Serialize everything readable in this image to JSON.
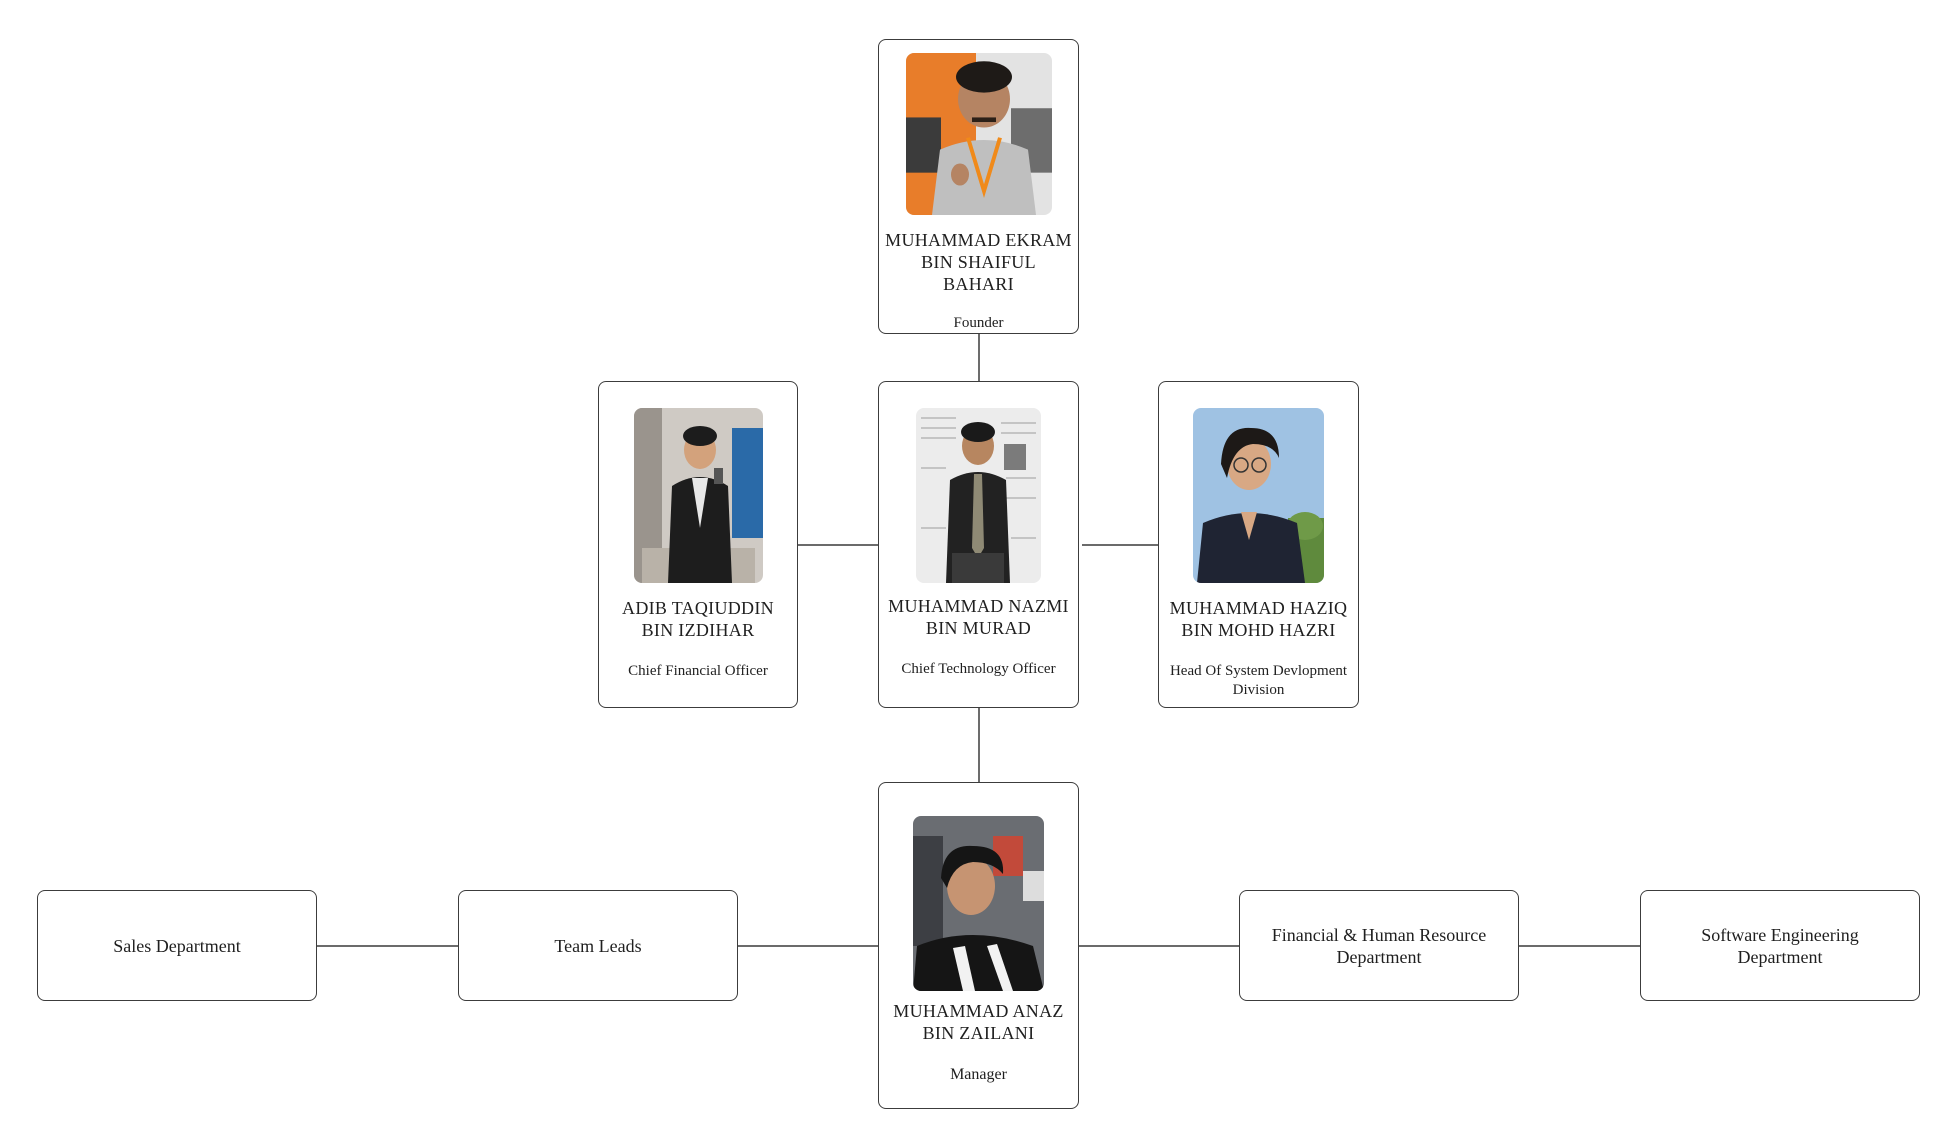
{
  "people": {
    "founder": {
      "name": "MUHAMMAD EKRAM BIN SHAIFUL BAHARI",
      "role": "Founder",
      "photo_icon": "person-photo"
    },
    "cfo": {
      "name": "ADIB TAQIUDDIN BIN IZDIHAR",
      "role": "Chief Financial Officer",
      "photo_icon": "person-photo"
    },
    "cto": {
      "name": "MUHAMMAD NAZMI BIN MURAD",
      "role": "Chief Technology Officer",
      "photo_icon": "person-photo"
    },
    "head_sys": {
      "name": "MUHAMMAD HAZIQ BIN MOHD HAZRI",
      "role": "Head Of System Devlopment Division",
      "photo_icon": "person-photo"
    },
    "manager": {
      "name": "MUHAMMAD ANAZ BIN ZAILANI",
      "role": "Manager",
      "photo_icon": "person-photo"
    }
  },
  "departments": {
    "sales": "Sales Department",
    "team_leads": "Team Leads",
    "finance_hr": "Financial & Human Resource Department",
    "software": "Software Engineering Department"
  }
}
